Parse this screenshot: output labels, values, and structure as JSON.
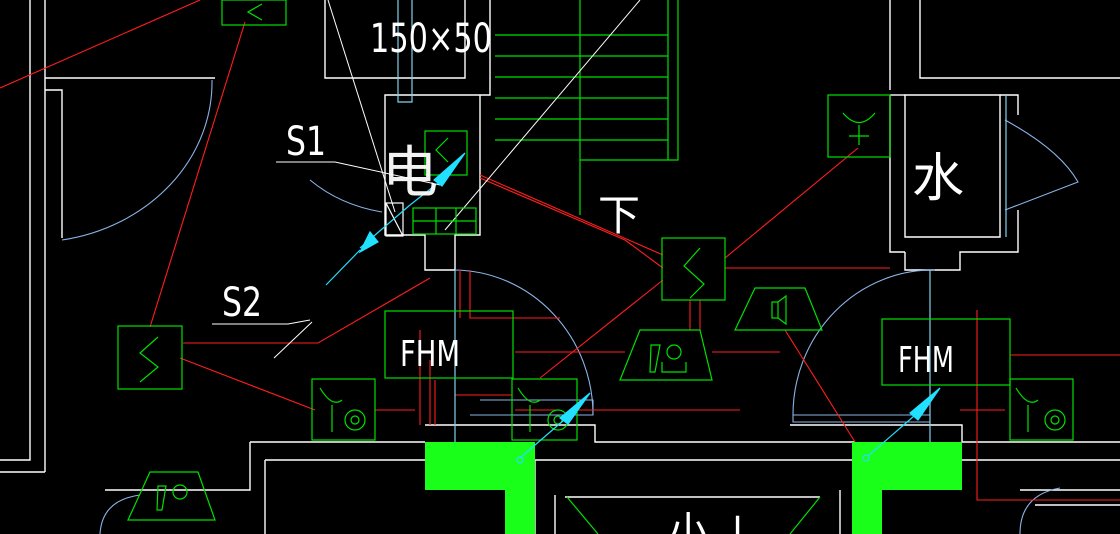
{
  "drawing": {
    "background": "#000000",
    "colors": {
      "wall": "#ffffff",
      "cable": "#ff1e1e",
      "device": "#00e000",
      "arc": "#8ab4e6",
      "arrow": "#22e0ff",
      "fill": "#19ff19",
      "duct": "#7fd3f0"
    },
    "duct_label": "150×50",
    "labels": {
      "s1": "S1",
      "s2": "S2",
      "fhm_left": "FHM",
      "fhm_right": "FHM",
      "room_elec": "电",
      "room_water": "水",
      "down": "下",
      "bottom_partial": "小 ↓"
    },
    "icons": {
      "switch": "single-switch-icon",
      "socket": "socket-icon",
      "speaker": "speaker-icon",
      "alarm_bell": "alarm-bell-icon",
      "hydrant": "fire-hydrant-button-icon"
    }
  }
}
